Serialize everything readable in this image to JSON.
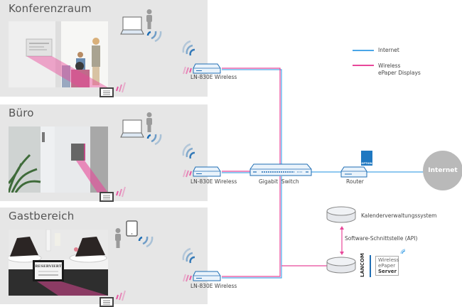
{
  "zones": [
    {
      "title": "Konferenzraum",
      "device": "laptop",
      "router_label": "LN-830E Wireless",
      "photo": "meeting room with presenter and wall-mounted e-paper display"
    },
    {
      "title": "Büro",
      "device": "laptop",
      "router_label": "LN-830E Wireless",
      "photo": "office door with wall-mounted e-paper display"
    },
    {
      "title": "Gastbereich",
      "device": "tablet",
      "router_label": "LN-830E Wireless",
      "photo": "restaurant table with reservation e-paper display"
    }
  ],
  "network": {
    "switch_label": "Gigabit  Switch",
    "router_label": "Router",
    "internet_label": "Internet",
    "option_badge": "OPTION",
    "calendar_label": "Kalenderverwaltungssystem",
    "api_label": "Software-Schnittstelle (API)",
    "server_brand": "LANCOM",
    "server_line1": "Wireless",
    "server_line2": "ePaper",
    "server_line3": "Server"
  },
  "legend": {
    "items": [
      {
        "label": "Internet",
        "color": "#4aa6e8"
      },
      {
        "label": "Wireless\nePaper Displays",
        "color": "#e8479a"
      }
    ]
  },
  "colors": {
    "internet_line": "#4aa6e8",
    "epaper_line": "#e8479a",
    "device_blue": "#1f6db3",
    "panel_bg": "#e6e6e6"
  }
}
